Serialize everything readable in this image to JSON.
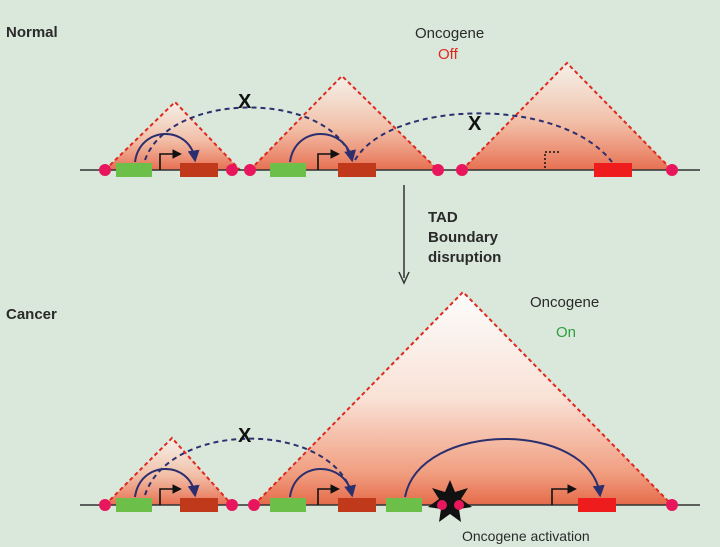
{
  "normal": {
    "label": "Normal",
    "oncogene_title": "Oncogene",
    "oncogene_status": "Off",
    "status_color": "#e0281e",
    "blocked_marks": [
      "X",
      "X"
    ]
  },
  "transition": {
    "lines": [
      "TAD",
      "Boundary",
      "disruption"
    ]
  },
  "cancer": {
    "label": "Cancer",
    "oncogene_title": "Oncogene",
    "oncogene_status": "On",
    "status_color": "#2e9e3e",
    "blocked_marks": [
      "X"
    ],
    "caption": "Oncogene activation"
  },
  "colors": {
    "background": "#d9e8da",
    "enhancer": "#6cc04a",
    "gene": "#c0391b",
    "oncogene": "#ee1c1c",
    "boundary": "#e8175d",
    "arc": "#2b2f6e",
    "tad_outline": "#e0281e"
  }
}
